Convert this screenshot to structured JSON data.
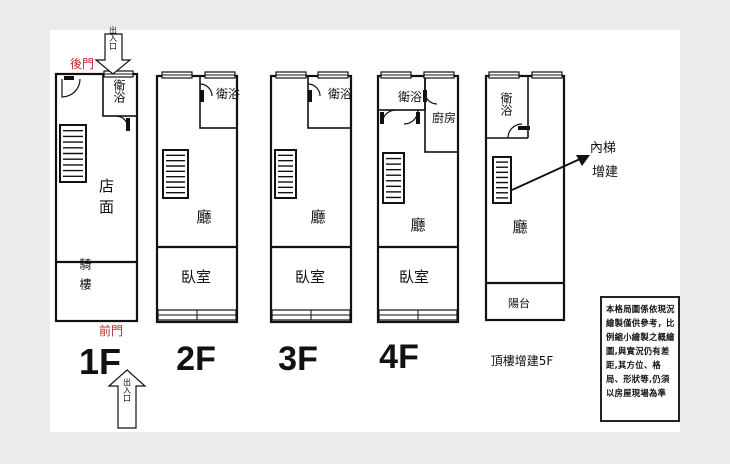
{
  "diagram": {
    "floors": [
      {
        "floor": "1F",
        "rooms": [
          "衛浴",
          "店面",
          "騎樓"
        ],
        "back_door": "後門",
        "front_door": "前門",
        "entrance_top": "出入口",
        "entrance_bottom": "出入口"
      },
      {
        "floor": "2F",
        "rooms": [
          "衛浴",
          "廳",
          "臥室"
        ]
      },
      {
        "floor": "3F",
        "rooms": [
          "衛浴",
          "廳",
          "臥室"
        ]
      },
      {
        "floor": "4F",
        "rooms": [
          "衛浴",
          "廚房",
          "廳",
          "臥室"
        ]
      },
      {
        "floor": "頂樓增建5F",
        "rooms": [
          "衛浴",
          "廳",
          "陽台"
        ]
      }
    ],
    "annotation": "內梯增建",
    "note": "本格局圖係依現況繪製僅供參考，比例縮小繪製之概繪圖,與實況仍有差距,其方位、格局、形狀等,仍須以房屋現場為準"
  }
}
